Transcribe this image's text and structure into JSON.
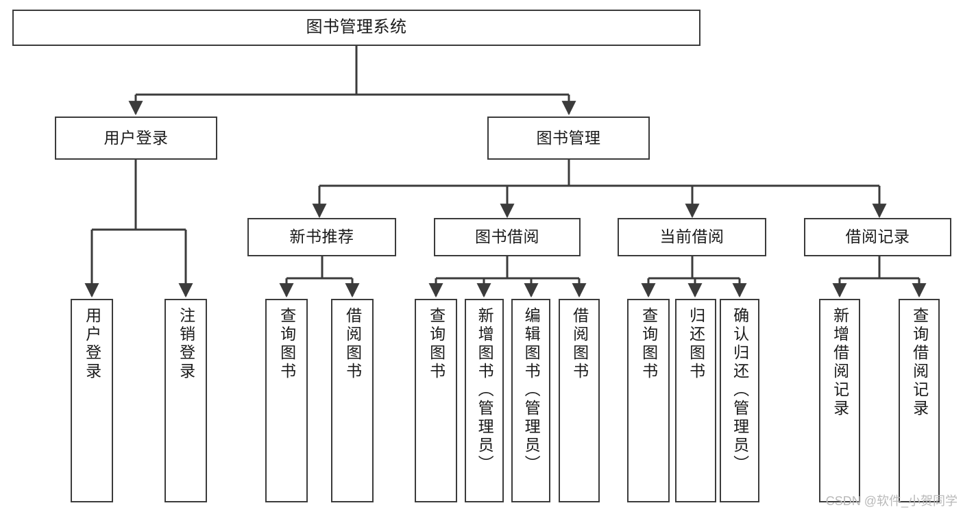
{
  "diagram": {
    "title": "图书管理系统",
    "type": "tree-hierarchy",
    "stroke_color": "#3b3b3b",
    "text_color": "#1a1a1a",
    "background": "#ffffff",
    "nodes": {
      "root": {
        "label": "图书管理系统"
      },
      "level1": [
        {
          "id": "user-login",
          "label": "用户登录"
        },
        {
          "id": "book-management",
          "label": "图书管理"
        }
      ],
      "level2": [
        {
          "id": "new-book-recommend",
          "label": "新书推荐"
        },
        {
          "id": "book-borrow",
          "label": "图书借阅"
        },
        {
          "id": "current-borrow",
          "label": "当前借阅"
        },
        {
          "id": "borrow-record",
          "label": "借阅记录"
        }
      ],
      "leaves": {
        "user_login": [
          {
            "id": "leaf-user-login",
            "label": "用户登录"
          },
          {
            "id": "leaf-logout",
            "label": "注销登录"
          }
        ],
        "new_book_recommend": [
          {
            "id": "leaf-query-book-1",
            "label": "查询图书"
          },
          {
            "id": "leaf-borrow-book-1",
            "label": "借阅图书"
          }
        ],
        "book_borrow": [
          {
            "id": "leaf-query-book-2",
            "label": "查询图书"
          },
          {
            "id": "leaf-add-book",
            "label": "新增图书（管理员）"
          },
          {
            "id": "leaf-edit-book",
            "label": "编辑图书（管理员）"
          },
          {
            "id": "leaf-borrow-book-2",
            "label": "借阅图书"
          }
        ],
        "current_borrow": [
          {
            "id": "leaf-query-book-3",
            "label": "查询图书"
          },
          {
            "id": "leaf-return-book",
            "label": "归还图书"
          },
          {
            "id": "leaf-confirm-return",
            "label": "确认归还（管理员）"
          }
        ],
        "borrow_record": [
          {
            "id": "leaf-add-record",
            "label": "新增借阅记录"
          },
          {
            "id": "leaf-query-record",
            "label": "查询借阅记录"
          }
        ]
      }
    }
  },
  "watermark": {
    "text": "CSDN @软件_小贺同学"
  }
}
